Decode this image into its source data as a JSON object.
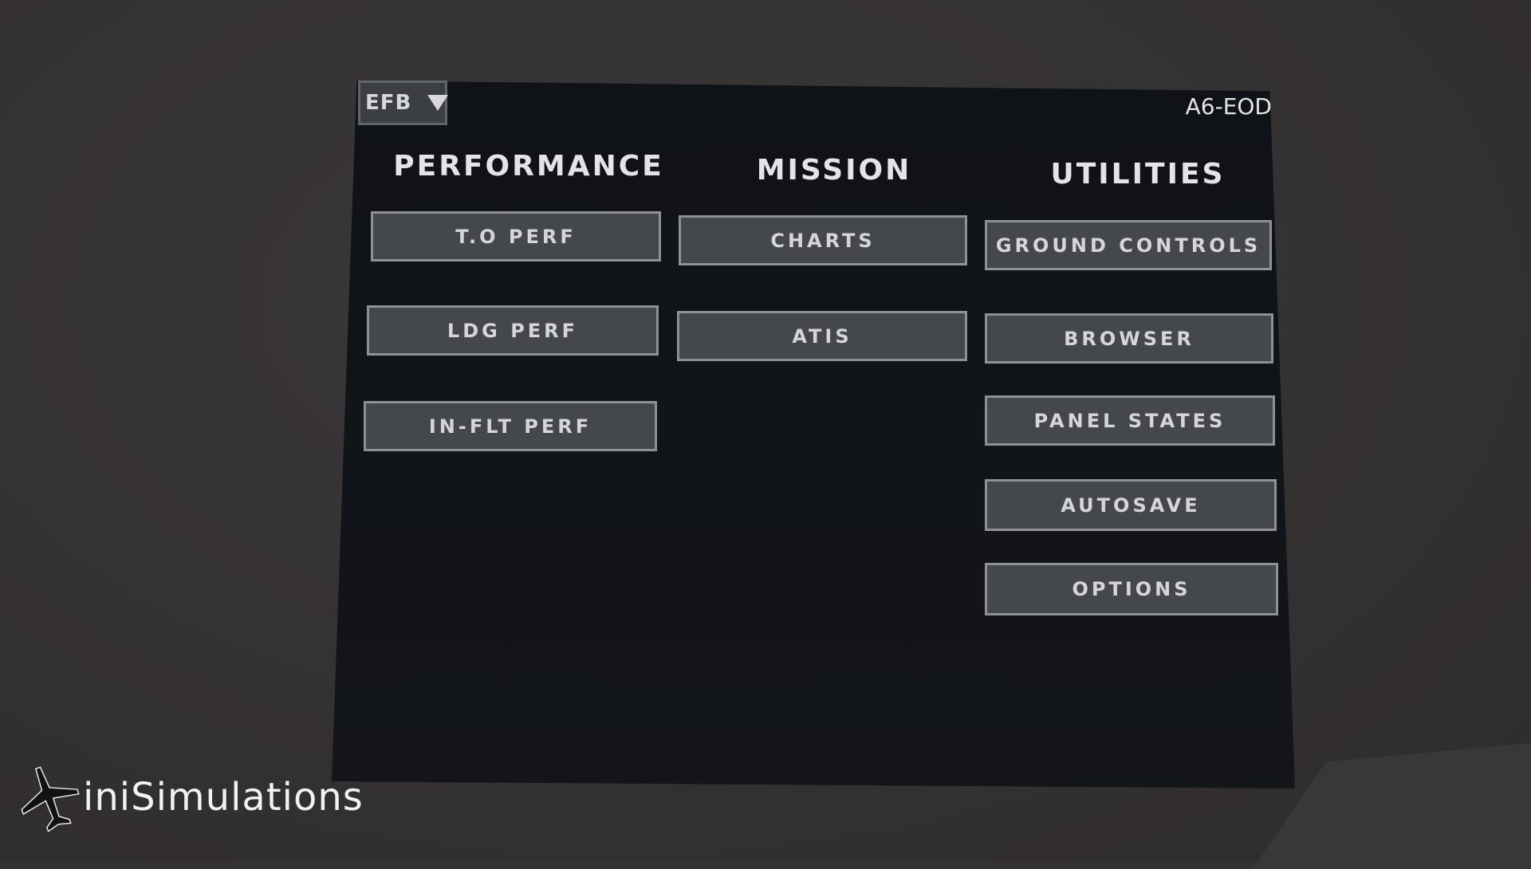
{
  "header": {
    "menu_label": "EFB",
    "tail_number": "A6-EOD"
  },
  "columns": [
    {
      "heading": "PERFORMANCE",
      "buttons": [
        "T.O PERF",
        "LDG PERF",
        "IN-FLT PERF"
      ]
    },
    {
      "heading": "MISSION",
      "buttons": [
        "CHARTS",
        "ATIS"
      ]
    },
    {
      "heading": "UTILITIES",
      "buttons": [
        "GROUND CONTROLS",
        "BROWSER",
        "PANEL STATES",
        "AUTOSAVE",
        "OPTIONS"
      ]
    }
  ],
  "watermark": {
    "text": "iniSimulations",
    "icon": "airplane-icon"
  },
  "colors": {
    "screen_bg": "#111419",
    "button_bg": "#44474c",
    "button_border": "#8e9196",
    "text": "#e2e4e6"
  }
}
